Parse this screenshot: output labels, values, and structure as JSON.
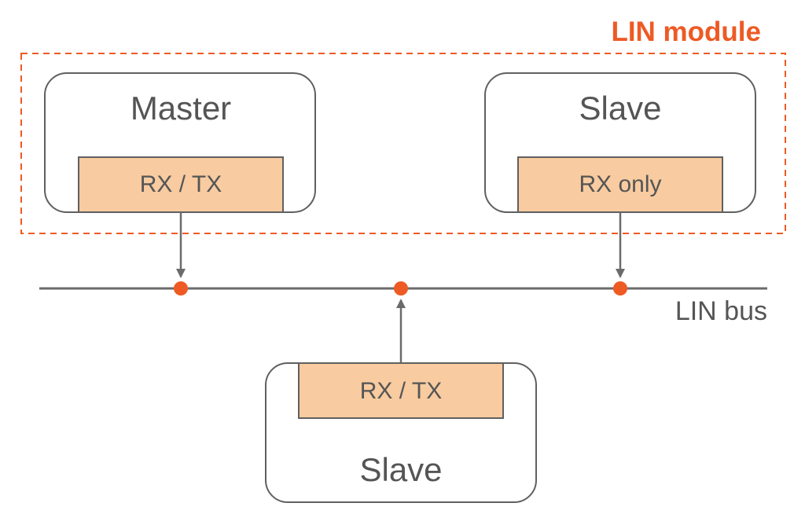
{
  "module": {
    "label": "LIN module"
  },
  "master": {
    "title": "Master",
    "port": "RX / TX"
  },
  "slave_top": {
    "title": "Slave",
    "port": "RX only"
  },
  "slave_bottom": {
    "title": "Slave",
    "port": "RX / TX"
  },
  "bus": {
    "label": "LIN bus"
  },
  "colors": {
    "accent": "#ee5a24",
    "port_fill": "#f8cba0",
    "line": "#6b6b6b",
    "box_stroke": "#606060",
    "text": "#555555"
  }
}
